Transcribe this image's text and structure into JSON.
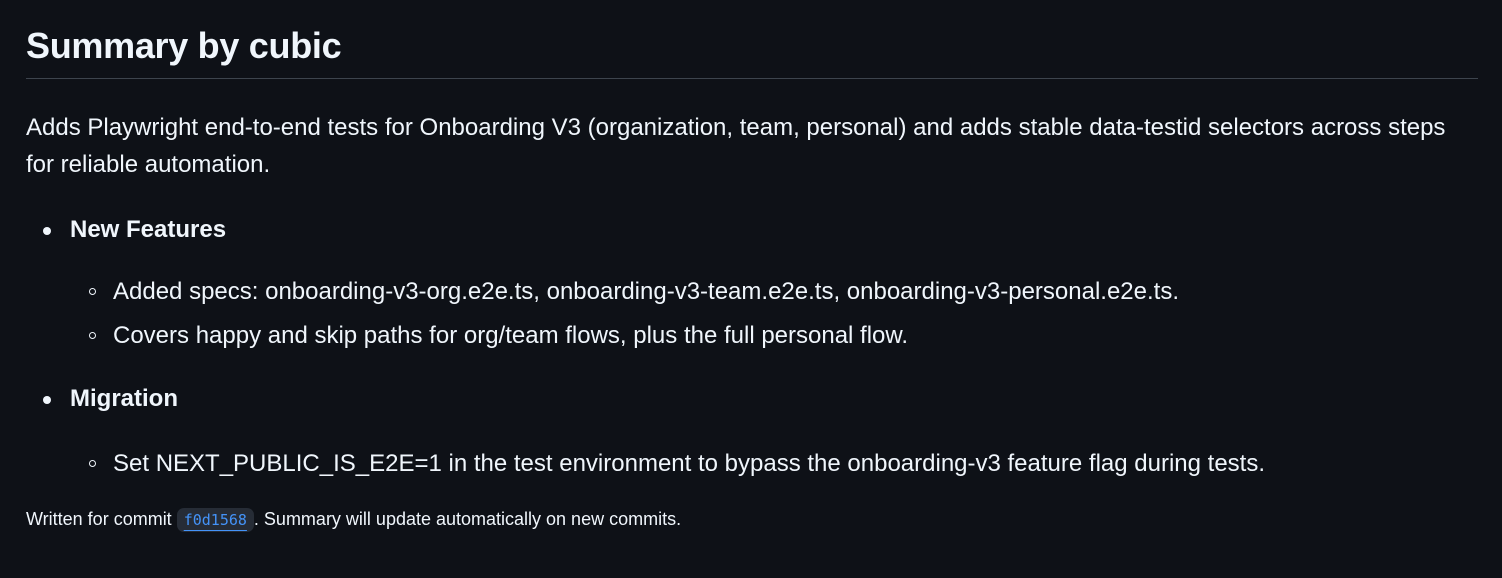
{
  "header": {
    "title": "Summary by cubic"
  },
  "intro": "Adds Playwright end-to-end tests for Onboarding V3 (organization, team, personal) and adds stable data-testid selectors across steps for reliable automation.",
  "sections": [
    {
      "label": "New Features",
      "items": [
        "Added specs: onboarding-v3-org.e2e.ts, onboarding-v3-team.e2e.ts, onboarding-v3-personal.e2e.ts.",
        "Covers happy and skip paths for org/team flows, plus the full personal flow."
      ]
    },
    {
      "label": "Migration",
      "items": [
        "Set NEXT_PUBLIC_IS_E2E=1 in the test environment to bypass the onboarding-v3 feature flag during tests."
      ]
    }
  ],
  "footer": {
    "prefix": "Written for commit ",
    "commit": "f0d1568",
    "suffix": ". Summary will update automatically on new commits."
  },
  "colors": {
    "background": "#0e1117",
    "text": "#f0f6fc",
    "link": "#4493f8",
    "divider": "#3d444d",
    "code_background": "#262c36"
  }
}
